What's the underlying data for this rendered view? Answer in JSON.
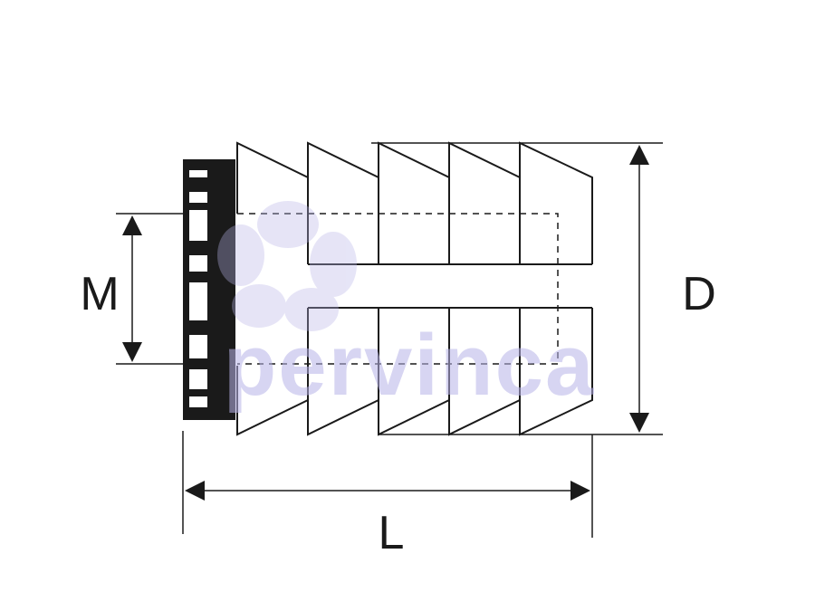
{
  "diagram": {
    "labels": {
      "m": "M",
      "d": "D",
      "l": "L"
    },
    "watermark": {
      "text": "pervinca",
      "color": "#b8b4e8"
    },
    "colors": {
      "line": "#1a1a1a",
      "background": "#ffffff"
    }
  }
}
